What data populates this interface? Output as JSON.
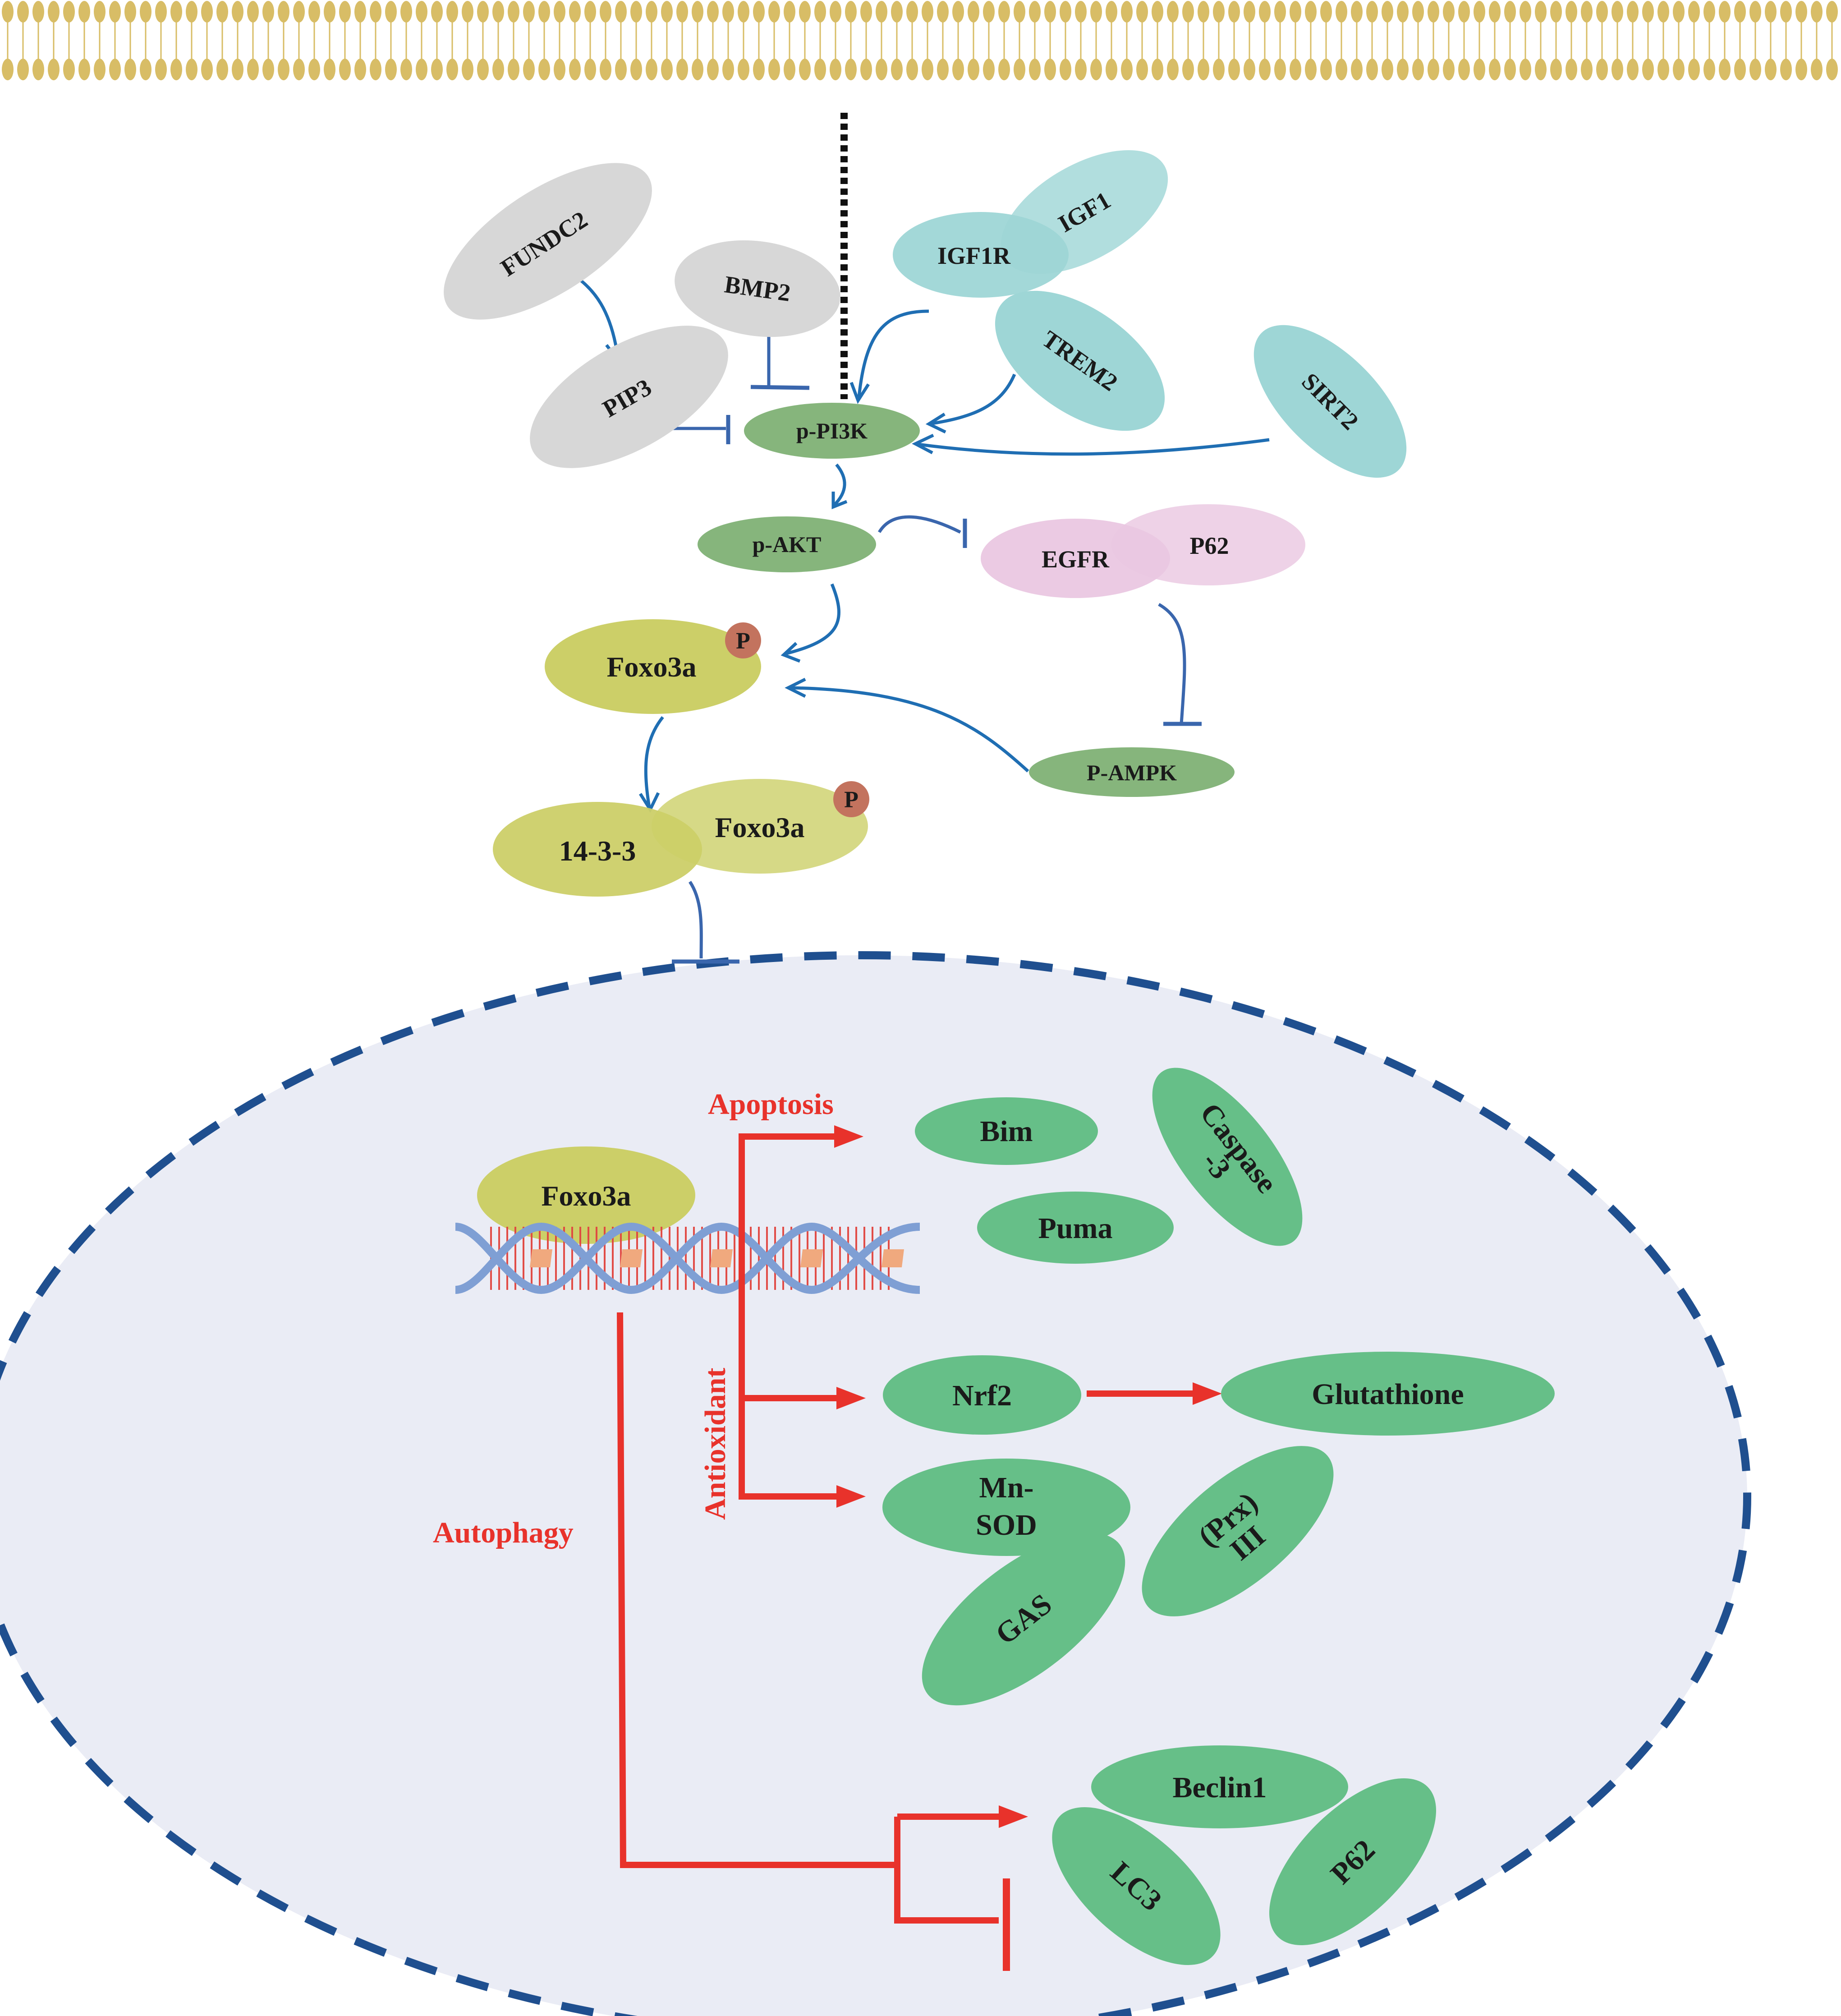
{
  "colors": {
    "membrane": "#d8bd66",
    "arrow_blue": "#1f6eb3",
    "inhibit_blue": "#3a66ad",
    "arrow_red": "#e8322b",
    "nucleus_fill": "#eaecf5",
    "nucleus_border": "#1f4f8f",
    "gray_node": "#d7d7d7",
    "teal_node": "#9ed6d6",
    "green_dark_node": "#86b57c",
    "pink_node": "#eac7e1",
    "olive_node": "#cccf68",
    "phospho_badge": "#c3735e",
    "target_green": "#66bf88"
  },
  "nodes": {
    "fundc2": "FUNDC2",
    "bmp2": "BMP2",
    "pip3": "PIP3",
    "igf1r": "IGF1R",
    "igf1": "IGF1",
    "trem2": "TREM2",
    "sirt2": "SIRT2",
    "p_pi3k": "p-PI3K",
    "p_akt": "p-AKT",
    "egfr": "EGFR",
    "p62_top": "P62",
    "foxo3a_p": "Foxo3a",
    "p_badge": "P",
    "p_ampk": "P-AMPK",
    "grp_14_3_3": "14-3-3",
    "foxo3a_complex": "Foxo3a",
    "foxo3a_nucleus": "Foxo3a"
  },
  "nucleus": {
    "labels": {
      "apoptosis": "Apoptosis",
      "antioxidant": "Antioxidant",
      "autophagy": "Autophagy"
    },
    "targets": {
      "bim": "Bim",
      "puma": "Puma",
      "caspase_line1": "Caspase",
      "caspase_line2": "-3",
      "nrf2": "Nrf2",
      "glutathione": "Glutathione",
      "mnsod_line1": "Mn-",
      "mnsod_line2": "SOD",
      "prx_line1": "(Prx)",
      "prx_line2": "III",
      "gas": "GAS",
      "beclin1": "Beclin1",
      "lc3": "LC3",
      "p62": "P62"
    }
  }
}
